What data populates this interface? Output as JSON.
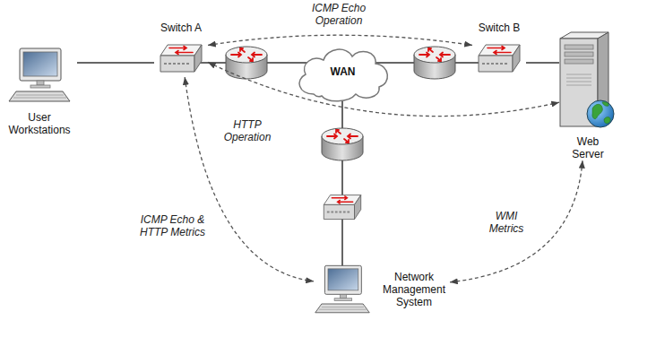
{
  "diagram": {
    "nodes": [
      {
        "text": [
          "User Workstations"
        ]
      },
      {
        "text": [
          "Switch A"
        ]
      },
      {
        "text": [
          "WAN"
        ]
      },
      {
        "text": [
          "Switch B"
        ]
      },
      {
        "text": [
          "Web Server"
        ]
      },
      {
        "text": [
          "Network Management System"
        ]
      }
    ],
    "edges": [
      {
        "from": 0,
        "to": 1,
        "arrow": "none"
      },
      {
        "from": 1,
        "to": 3,
        "label": "ICMP Echo Operation",
        "arrow": "both"
      },
      {
        "from": 1,
        "to": 4,
        "label": "HTTP Operation",
        "arrow": "both"
      },
      {
        "from": 1,
        "to": 5,
        "label": "ICMP Echo & HTTP Metrics",
        "arrow": "both"
      },
      {
        "from": 5,
        "to": 4,
        "label": "WMI Metrics",
        "arrow": "both"
      },
      {
        "from": 3,
        "to": 4,
        "arrow": "none"
      }
    ]
  }
}
